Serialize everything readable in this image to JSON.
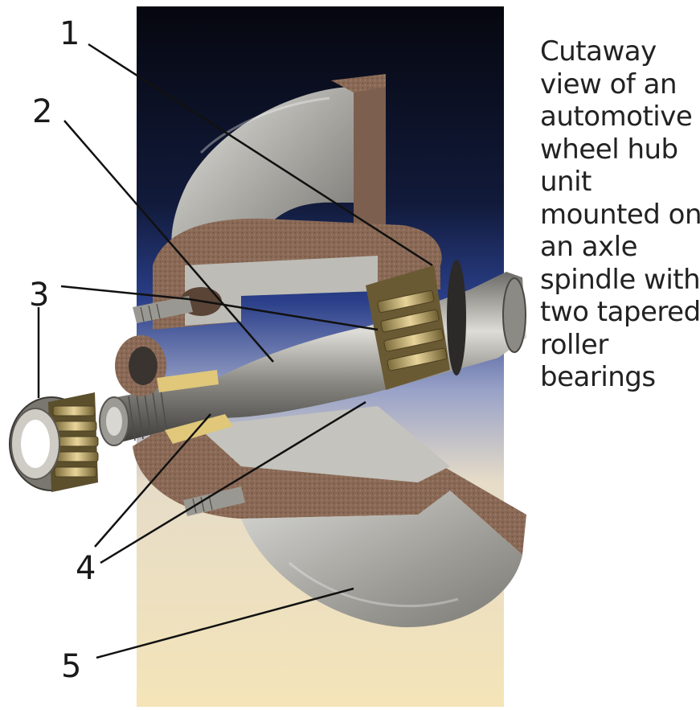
{
  "caption_lines": [
    "Cutaway",
    "view of an",
    "automotive",
    "wheel hub",
    "unit",
    "mounted on",
    "an axle",
    "spindle with",
    "two tapered",
    "roller",
    "bearings"
  ],
  "callouts": {
    "c1": "1",
    "c2": "2",
    "c3": "3",
    "c4": "4",
    "c5": "5"
  },
  "colors": {
    "backdrop_top": "#06070f",
    "backdrop_mid": "#2a3f8a",
    "backdrop_bottom": "#f4e4b8",
    "metal": "#b8b6b0",
    "cast_iron": "#8a6a56",
    "bearing_roller": "#c9b06a"
  }
}
